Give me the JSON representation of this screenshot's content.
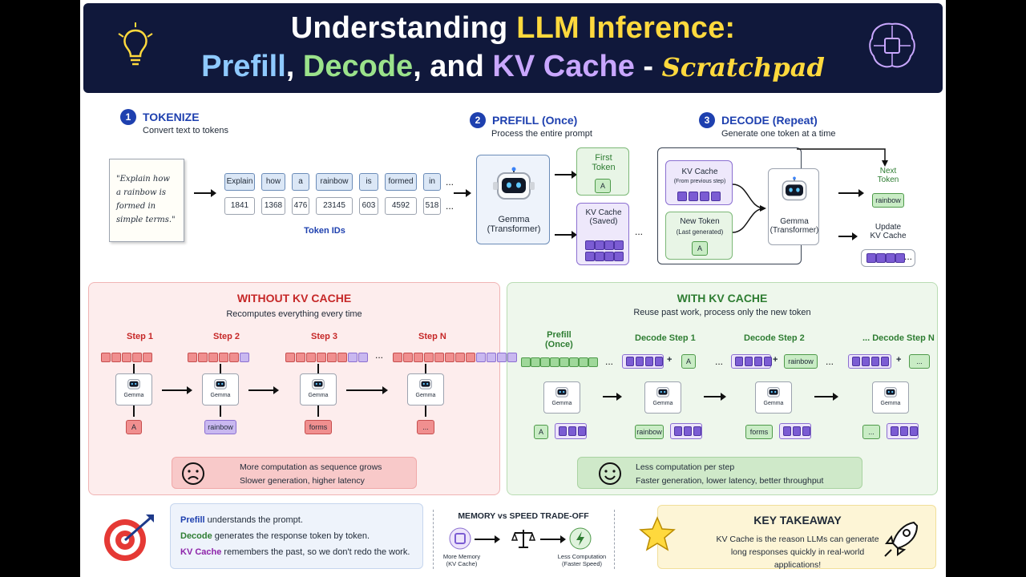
{
  "header": {
    "line1_a": "Understanding ",
    "line1_b": "LLM Inference:",
    "line2_a": "Prefill",
    "line2_b": ", ",
    "line2_c": "Decode",
    "line2_d": ", and ",
    "line2_e": "KV Cache",
    "line2_f": " - ",
    "line2_g": "Scratchpad"
  },
  "tokenize": {
    "num": "1",
    "title": "TOKENIZE",
    "subtitle": "Convert text to tokens",
    "note": "\"Explain how a rainbow is formed in simple terms.\"",
    "tokens": [
      "Explain",
      "how",
      "a",
      "rainbow",
      "is",
      "formed",
      "in"
    ],
    "ids": [
      "1841",
      "1368",
      "476",
      "23145",
      "603",
      "4592",
      "518"
    ],
    "ids_label": "Token IDs",
    "ellipsis": "..."
  },
  "prefill": {
    "num": "2",
    "title": "PREFILL (Once)",
    "subtitle": "Process the entire prompt",
    "model": "Gemma\n(Transformer)",
    "first_token_label": "First\nToken",
    "first_token": "A",
    "kv_label": "KV Cache\n(Saved)"
  },
  "decode": {
    "num": "3",
    "title": "DECODE (Repeat)",
    "subtitle": "Generate one token at a time",
    "kv_label": "KV Cache",
    "kv_sub": "(From previous step)",
    "new_label": "New Token",
    "new_sub": "(Last generated)",
    "new_token": "A",
    "model": "Gemma\n(Transformer)",
    "next_label": "Next\nToken",
    "next_token": "rainbow",
    "update_label": "Update\nKV Cache",
    "ellipsis": "..."
  },
  "without": {
    "title": "WITHOUT KV CACHE",
    "subtitle": "Recomputes everything every time",
    "steps": [
      "Step 1",
      "Step 2",
      "Step 3",
      "Step N"
    ],
    "outputs": [
      "A",
      "rainbow",
      "forms",
      "..."
    ],
    "model": "Gemma",
    "note1": "More computation as sequence grows",
    "note2": "Slower generation, higher latency",
    "ellipsis": "..."
  },
  "with": {
    "title": "WITH KV CACHE",
    "subtitle": "Reuse past work, process only the new token",
    "steps": [
      "Prefill\n(Once)",
      "Decode Step 1",
      "Decode Step 2",
      "... Decode Step N"
    ],
    "inputs": [
      "A",
      "rainbow",
      "..."
    ],
    "outputs": [
      "A",
      "rainbow",
      "forms",
      "..."
    ],
    "model": "Gemma",
    "plus": "+",
    "note1": "Less computation per step",
    "note2": "Faster generation, lower latency, better throughput",
    "ellipsis": "..."
  },
  "summary": {
    "line1_b": "Prefill",
    "line1": " understands the prompt.",
    "line2_b": "Decode",
    "line2": " generates the response token by token.",
    "line3_b": "KV Cache",
    "line3": " remembers the past, so we don't redo the work."
  },
  "tradeoff": {
    "title": "MEMORY vs SPEED TRADE-OFF",
    "left": "More Memory\n(KV Cache)",
    "right": "Less Computation\n(Faster Speed)"
  },
  "takeaway": {
    "title": "KEY TAKEAWAY",
    "text": "KV Cache is the reason LLMs can generate long responses quickly in real-world applications!"
  },
  "colors": {
    "navy": "#10183b",
    "blue": "#1e40af",
    "red": "#c62828",
    "green": "#2e7d32",
    "purple": "#7b5cd3"
  }
}
